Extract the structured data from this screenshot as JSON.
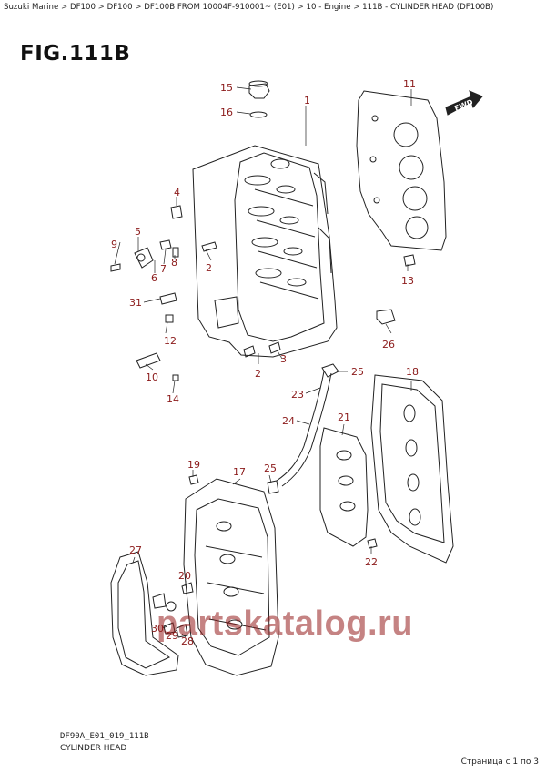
{
  "breadcrumb": {
    "items": [
      "Suzuki Marine",
      "DF100",
      "DF100",
      "DF100B FROM 10004F-910001~ (E01)",
      "10 - Engine",
      "111B - CYLINDER HEAD (DF100B)"
    ],
    "separator": ">"
  },
  "figure": {
    "title": "FIG.111B",
    "code": "DF90A_E01_019_111B",
    "caption": "CYLINDER HEAD",
    "fwd": "FWD"
  },
  "callouts": [
    "1",
    "2",
    "2",
    "3",
    "4",
    "5",
    "6",
    "7",
    "8",
    "9",
    "10",
    "11",
    "12",
    "13",
    "14",
    "15",
    "16",
    "17",
    "18",
    "19",
    "20",
    "21",
    "22",
    "23",
    "24",
    "25",
    "25",
    "26",
    "27",
    "28",
    "29",
    "30",
    "31"
  ],
  "watermark": "partskatalog.ru",
  "pager": "Страница с 1 по 3",
  "colors": {
    "callout": "#8b1a1a",
    "line": "#222222",
    "watermark": "#a02828"
  }
}
